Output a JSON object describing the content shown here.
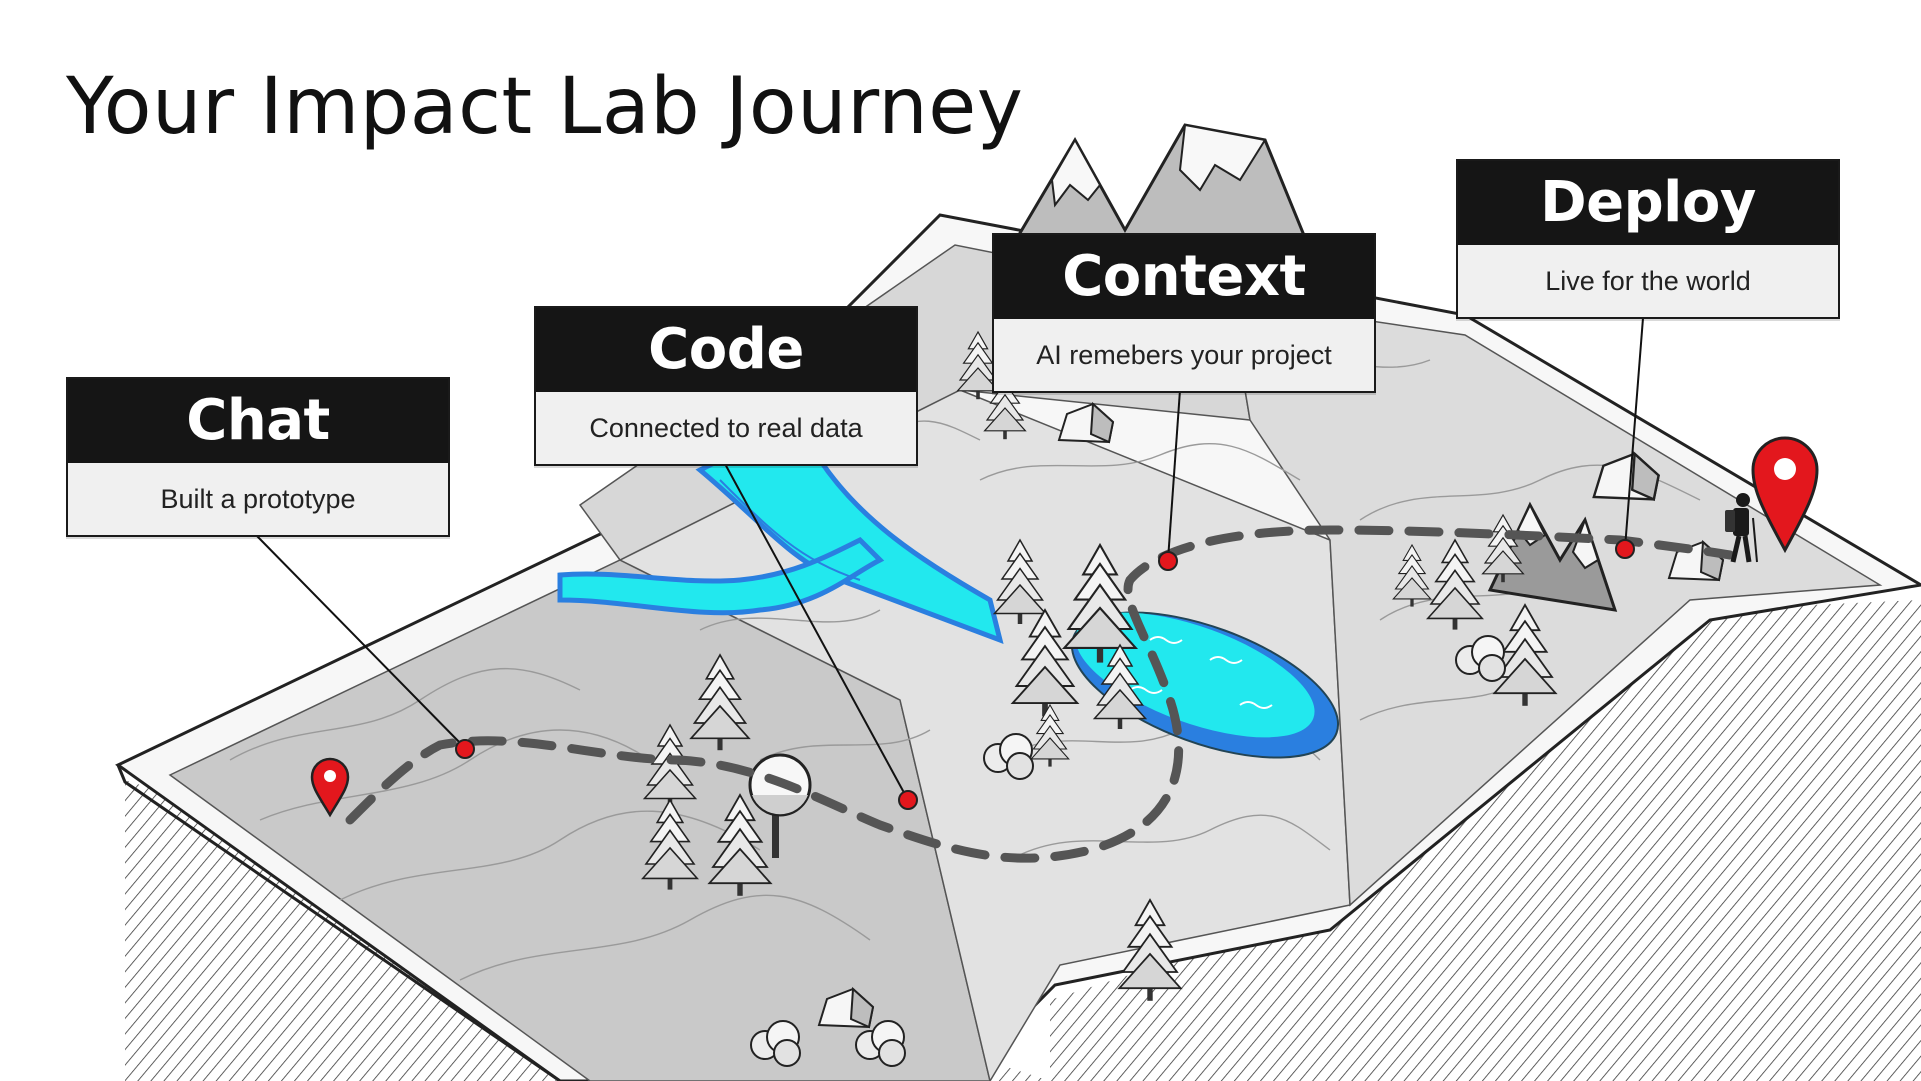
{
  "title": "Your Impact Lab Journey",
  "stages": [
    {
      "name": "Chat",
      "caption": "Built a prototype"
    },
    {
      "name": "Code",
      "caption": "Connected to real data"
    },
    {
      "name": "Context",
      "caption": "AI remebers your project"
    },
    {
      "name": "Deploy",
      "caption": "Live for the world"
    }
  ],
  "icons": {
    "start": "location-pin-icon",
    "finish": "location-pin-icon",
    "traveler": "hiker-icon"
  },
  "colors": {
    "accent": "#e3171d",
    "water": "#22e8ee",
    "water_edge": "#2a7fe0",
    "panel_dark": "#151515",
    "panel_light": "#f0f0f0",
    "map_light": "#e2e2e2",
    "map_dark": "#c9c9c9"
  }
}
